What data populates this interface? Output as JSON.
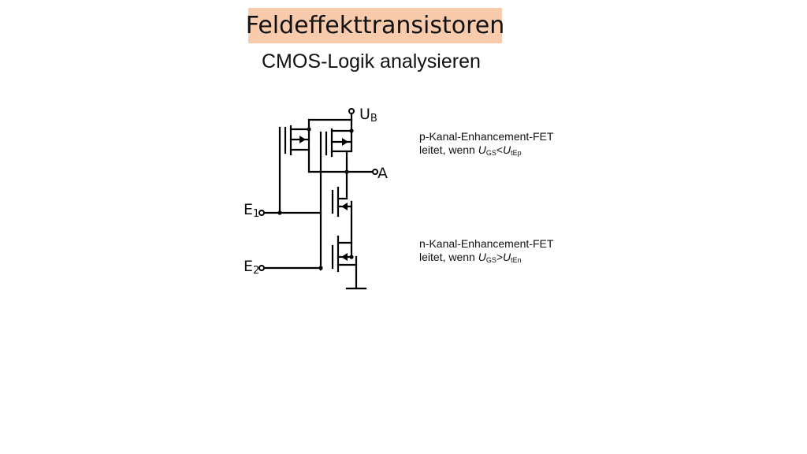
{
  "title": "Feldeffekttransistoren",
  "subtitle": "CMOS-Logik analysieren",
  "schematic": {
    "supply_label": "U",
    "supply_sub": "B",
    "output_label": "A",
    "input1_label": "E",
    "input1_sub": "1",
    "input2_label": "E",
    "input2_sub": "2"
  },
  "notes": {
    "pfet": {
      "line1": "p-Kanal-Enhancement-FET",
      "line2_prefix": "leitet, wenn ",
      "var": "U",
      "sub1": "GS",
      "operator": "<",
      "sub2": "tEp"
    },
    "nfet": {
      "line1": "n-Kanal-Enhancement-FET",
      "line2_prefix": "leitet, wenn ",
      "var": "U",
      "sub1": "GS",
      "operator": ">",
      "sub2": "tEn"
    }
  }
}
